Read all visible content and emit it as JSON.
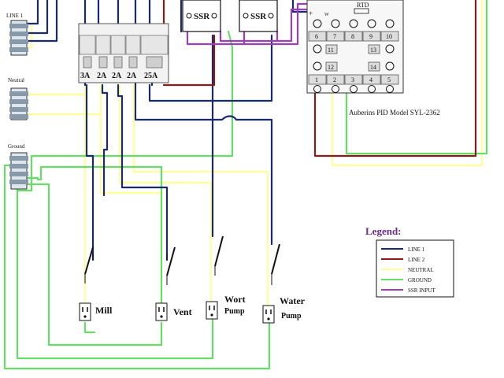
{
  "colors": {
    "line1": "#1a2a6c",
    "line2": "#8b1a1a",
    "neutral": "#ffff99",
    "ground": "#66dd66",
    "ssr_input": "#9b3fb5",
    "black": "#111111"
  },
  "bus_labels": {
    "line1": "LINE 1",
    "neutral": "Neutral",
    "ground": "Ground"
  },
  "breakers": [
    {
      "rating": "3A"
    },
    {
      "rating": "2A"
    },
    {
      "rating": "2A"
    },
    {
      "rating": "2A"
    },
    {
      "rating": "25A"
    }
  ],
  "ssr": [
    {
      "label": "SSR"
    },
    {
      "label": "SSR"
    }
  ],
  "controller": {
    "title": "Auberins PID Model SYL-2362",
    "plus_sign": "+",
    "rtd_label": "RTD",
    "w_label": "W",
    "top_terminals": [
      "6",
      "7",
      "8",
      "9",
      "10"
    ],
    "mid_terminals_left": [
      "11",
      "12"
    ],
    "mid_terminals_right": [
      "13",
      "14"
    ],
    "bottom_terminals": [
      "1",
      "2",
      "3",
      "4",
      "5"
    ]
  },
  "outlets": [
    {
      "line1": "Mill",
      "line2": ""
    },
    {
      "line1": "Vent",
      "line2": ""
    },
    {
      "line1": "Wort",
      "line2": "Pump"
    },
    {
      "line1": "Water",
      "line2": "Pump"
    }
  ],
  "legend": {
    "title": "Legend:",
    "items": [
      {
        "label": "LINE 1",
        "color": "#1a2a6c"
      },
      {
        "label": "LINE 2",
        "color": "#8b1a1a"
      },
      {
        "label": "NEUTRAL",
        "color": "#ffff99"
      },
      {
        "label": "GROUND",
        "color": "#66dd66"
      },
      {
        "label": "SSR INPUT",
        "color": "#9b3fb5"
      }
    ]
  }
}
